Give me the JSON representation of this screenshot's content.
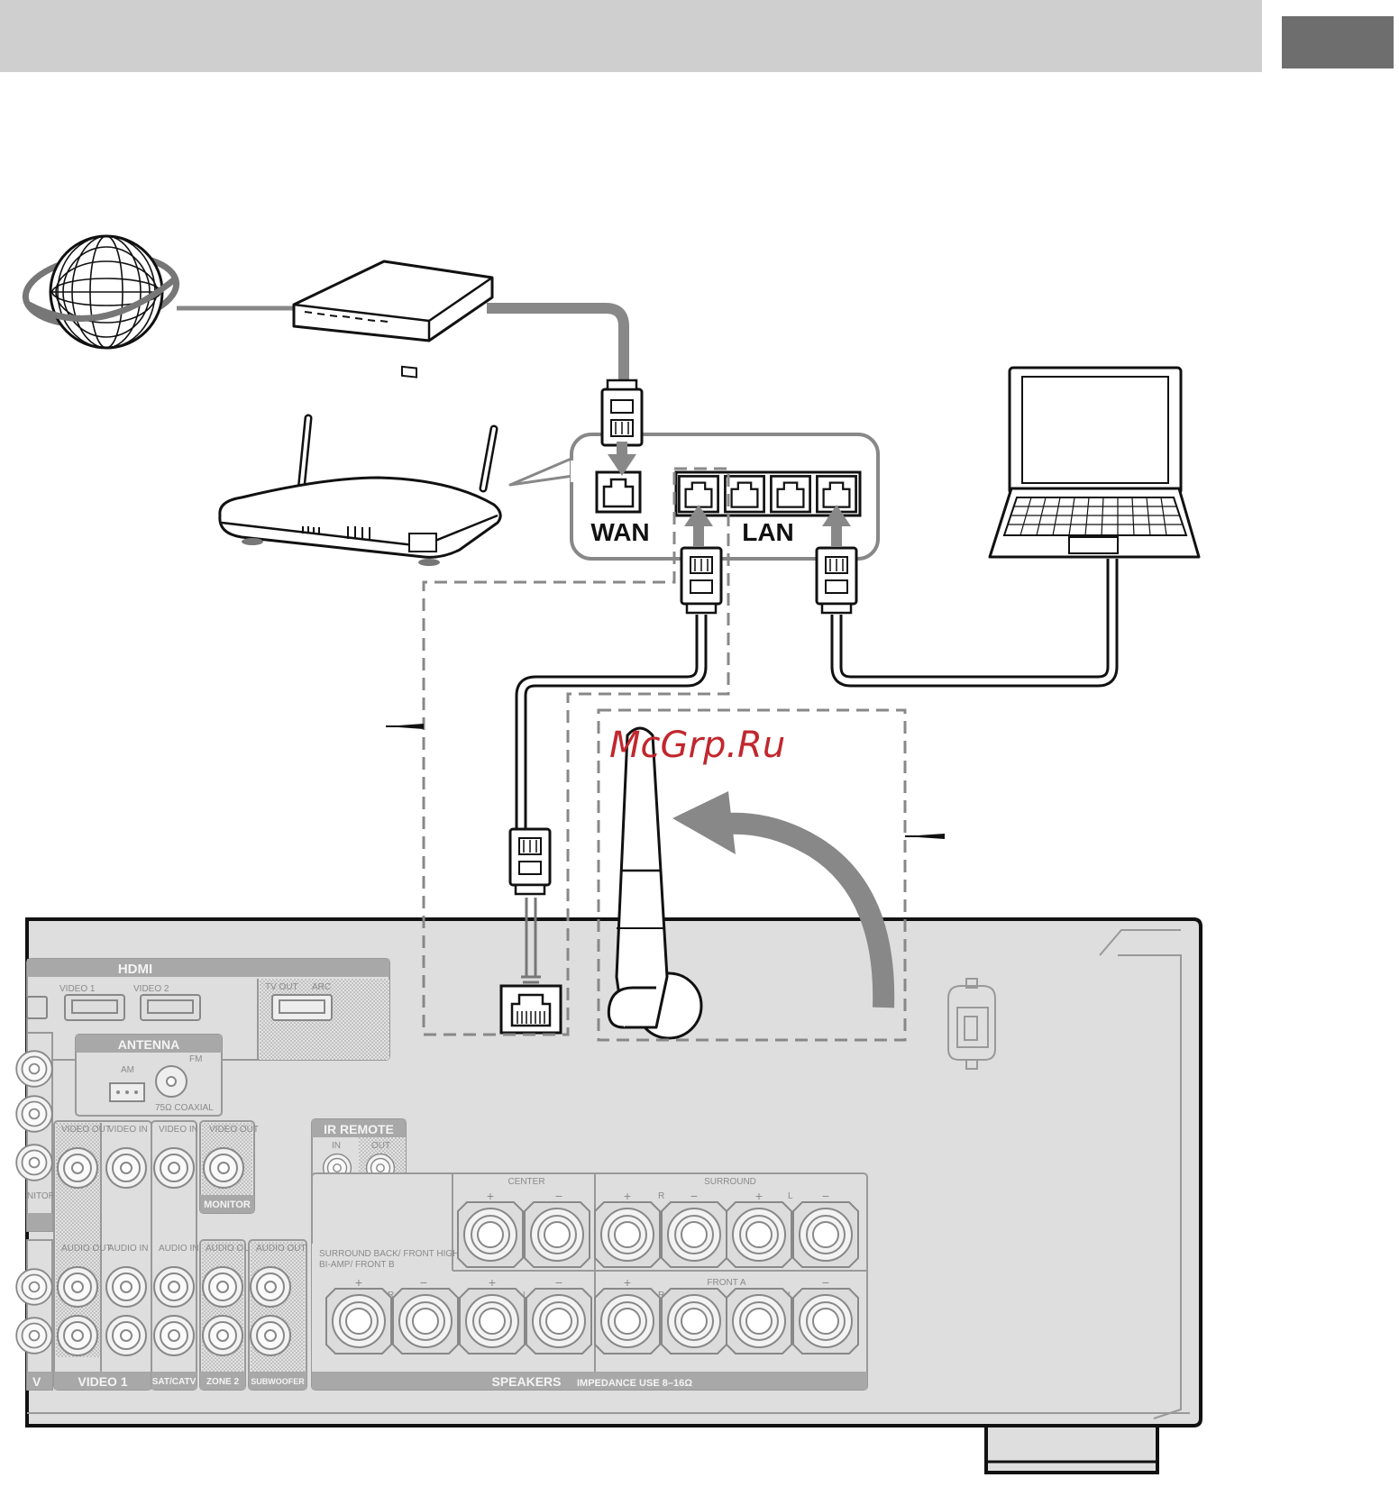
{
  "router": {
    "wan_label": "WAN",
    "lan_label": "LAN"
  },
  "watermark": "McGrp.Ru",
  "receiver_panel": {
    "hdmi": {
      "title": "HDMI",
      "video1": "VIDEO 1",
      "video2": "VIDEO 2",
      "tv_out": "TV OUT",
      "arc": "ARC"
    },
    "antenna": {
      "title": "ANTENNA",
      "am": "AM",
      "fm": "FM",
      "coaxial": "75Ω COAXIAL"
    },
    "ir_remote": {
      "title": "IR REMOTE",
      "in": "IN",
      "out": "OUT"
    },
    "jacks": {
      "video_out": "VIDEO OUT",
      "video_in": "VIDEO IN",
      "audio_out": "AUDIO OUT",
      "audio_in": "AUDIO IN",
      "monitor": "MONITOR",
      "monitor_out_partial": "NITOR UT",
      "video1": "VIDEO 1",
      "sat_catv": "SAT/CATV",
      "zone2": "ZONE 2",
      "subwoofer": "SUBWOOFER",
      "tv_partial": "V"
    },
    "speakers": {
      "center": "CENTER",
      "surround": "SURROUND",
      "surround_back_line1": "SURROUND BACK/ FRONT HIGH/",
      "surround_back_line2": "BI-AMP/ FRONT B",
      "front_a": "FRONT A",
      "r": "R",
      "l": "L",
      "plus": "+",
      "minus": "−",
      "title": "SPEAKERS",
      "impedance": "IMPEDANCE USE 8–16Ω"
    }
  }
}
